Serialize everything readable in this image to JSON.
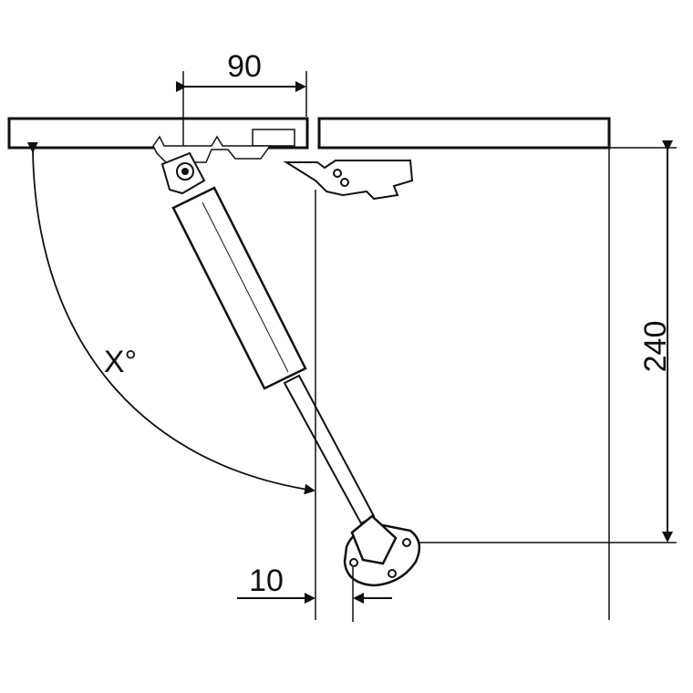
{
  "diagram": {
    "dimensions": {
      "top_offset": "90",
      "height": "240",
      "bottom_offset": "10",
      "angle": "X°"
    },
    "colors": {
      "line": "#111111",
      "fill": "#ffffff",
      "shade": "#e6e6e6"
    },
    "parts": {
      "panel": "cabinet-panel",
      "door": "door-panel",
      "strut": "gas-strut",
      "top_bracket": "top-mounting-bracket",
      "base_bracket": "base-mounting-bracket",
      "catch": "door-catch-plate"
    }
  }
}
